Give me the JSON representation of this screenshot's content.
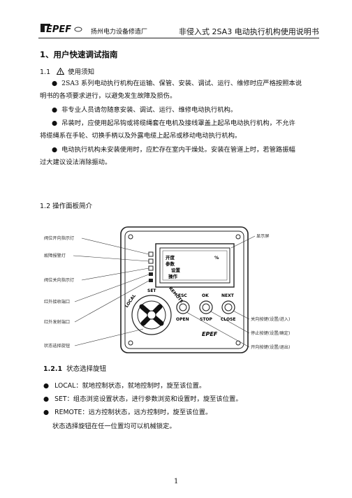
{
  "header": {
    "logo_text": "EPEF",
    "company": "扬州电力设备修造厂",
    "doc_title": "非侵入式 2SA3 电动执行机构使用说明书"
  },
  "section1": {
    "title": "1、用户快速调试指南"
  },
  "section11": {
    "number": "1.1",
    "title": "使用须知",
    "paragraphs": [
      {
        "bullet": "●",
        "line1": "2SA3 系列电动执行机构在运输、保管、安装、调试、运行、维修时应严格按照本说",
        "line2": "明书的各项要求进行，以避免发生故障及损伤。"
      },
      {
        "bullet": "●",
        "line1": "非专业人员请勿随意安装、调试、运行、维修电动执行机构。",
        "line2": ""
      },
      {
        "bullet": "●",
        "line1": "吊装时，应使用起吊钩或将缆绳套在电机及接线罩盖上起吊电动执行机构，不允许",
        "line2": "将缆绳系在手轮、切换手柄以及外露电缆上起吊或移动电动执行机构。"
      },
      {
        "bullet": "●",
        "line1": "电动执行机构未安装使用时，应贮存在室内干燥处。安装在管道上时，若管路振幅",
        "line2": "过大建议设法消除振动。"
      }
    ]
  },
  "section12": {
    "number": "1.2",
    "title": "操作面板简介"
  },
  "panel": {
    "left_labels": [
      "阀位开向指示灯",
      "故障报警灯",
      "阀位关向指示灯",
      "红外接收端口",
      "红外发射端口",
      "状态选择旋钮"
    ],
    "right_labels": [
      "显示屏",
      "关向按键(设置/进入)",
      "停止按键(设置/确定)",
      "开向按键(设置/退出)"
    ],
    "knob_labels": [
      "LOCAL",
      "SET",
      "REMOTE"
    ],
    "lcd_lines": [
      "开度",
      "参数",
      "设置",
      "操作"
    ],
    "lcd_percent": "%",
    "button_top_labels": [
      "ESC",
      "OK",
      "NEXT"
    ],
    "button_bottom_labels": [
      "OPEN",
      "STOP",
      "CLOSE"
    ],
    "panel_logo": "EPEF"
  },
  "section121": {
    "number": "1.2.1",
    "title": "状态选择旋钮",
    "items": [
      {
        "bullet": "●",
        "key": "LOCAL",
        "text": "：就地控制状态，就地控制时，旋至该位置。"
      },
      {
        "bullet": "●",
        "key": "SET",
        "text": "：组态浏览设置状态，进行参数浏览和设置时，旋至该位置。"
      },
      {
        "bullet": "●",
        "key": "REMOTE",
        "text": "：远方控制状态，远方控制时，旋至该位置。"
      }
    ],
    "footer_line": "状态选择旋钮在任一位置均可以机械锁定。"
  },
  "page_number": "1"
}
